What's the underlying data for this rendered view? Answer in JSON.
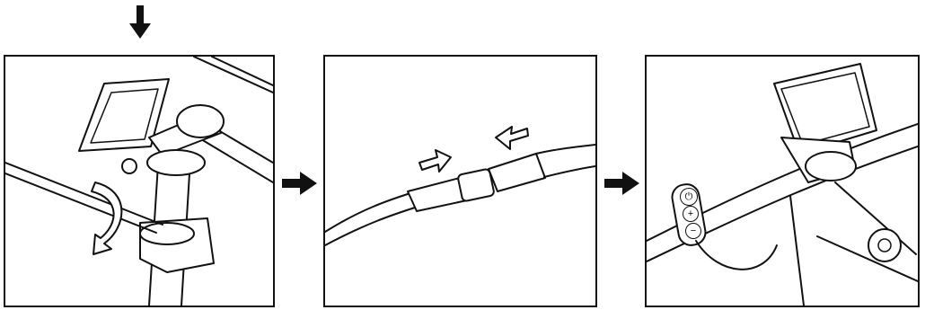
{
  "diagram": {
    "steps": [
      {
        "id": 1,
        "content": "loosen-clamp-screw"
      },
      {
        "id": 2,
        "content": "connect-cable-plugs"
      },
      {
        "id": 3,
        "content": "mount-display-and-remote"
      }
    ],
    "remote_buttons": [
      "⏻",
      "+",
      "−"
    ]
  }
}
